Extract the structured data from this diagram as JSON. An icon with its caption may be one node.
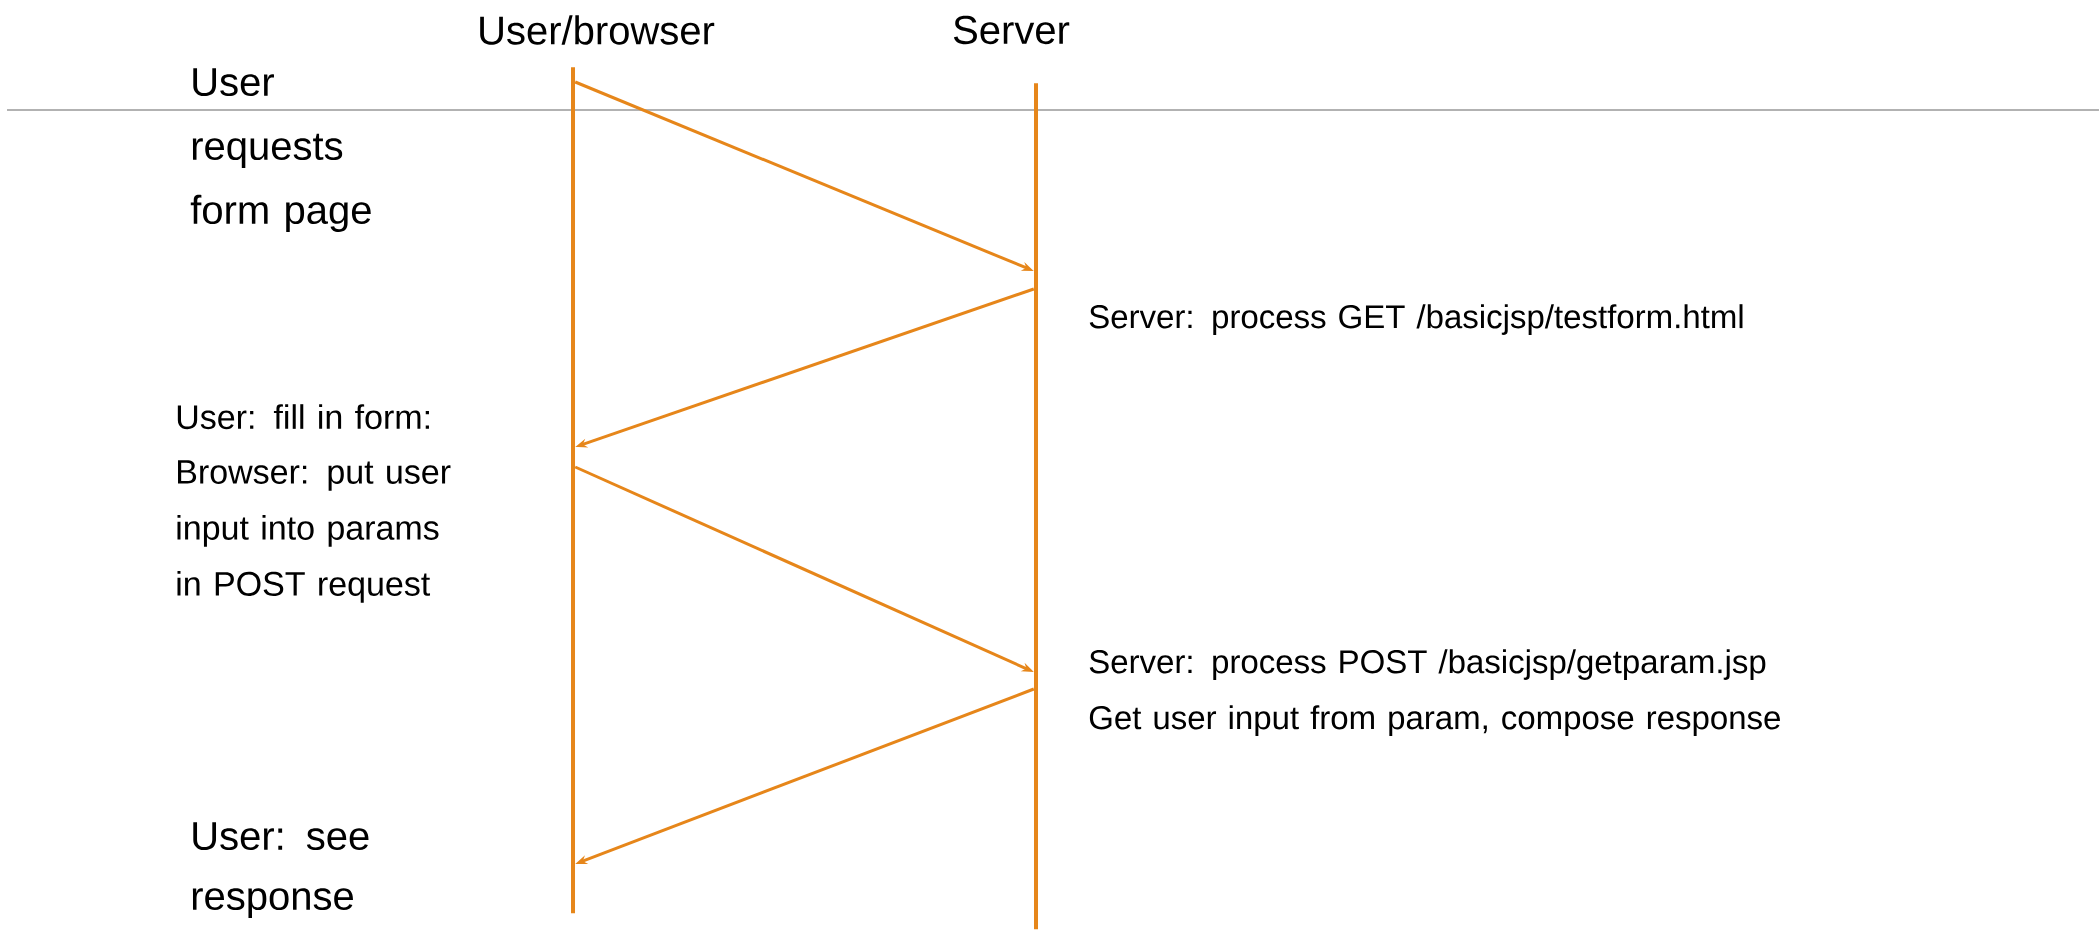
{
  "diagram": {
    "nodes": [
      {
        "text": [
          "User/browser"
        ]
      },
      {
        "text": [
          "Server"
        ]
      }
    ],
    "edges": [
      {
        "from": 0,
        "to": 1,
        "arrow": "to"
      },
      {
        "from": 1,
        "to": 0,
        "arrow": "to"
      },
      {
        "from": 0,
        "to": 1,
        "arrow": "to"
      },
      {
        "from": 1,
        "to": 0,
        "arrow": "to"
      }
    ],
    "labels": [
      "User requests form page",
      "Server: process GET /basicjsp/testform.html",
      "User: fill in form:",
      "Browser: put user input into params in POST request",
      "Server: process POST /basicjsp/getparam.jsp",
      "Get user input from param, compose response",
      "User: see response"
    ]
  }
}
